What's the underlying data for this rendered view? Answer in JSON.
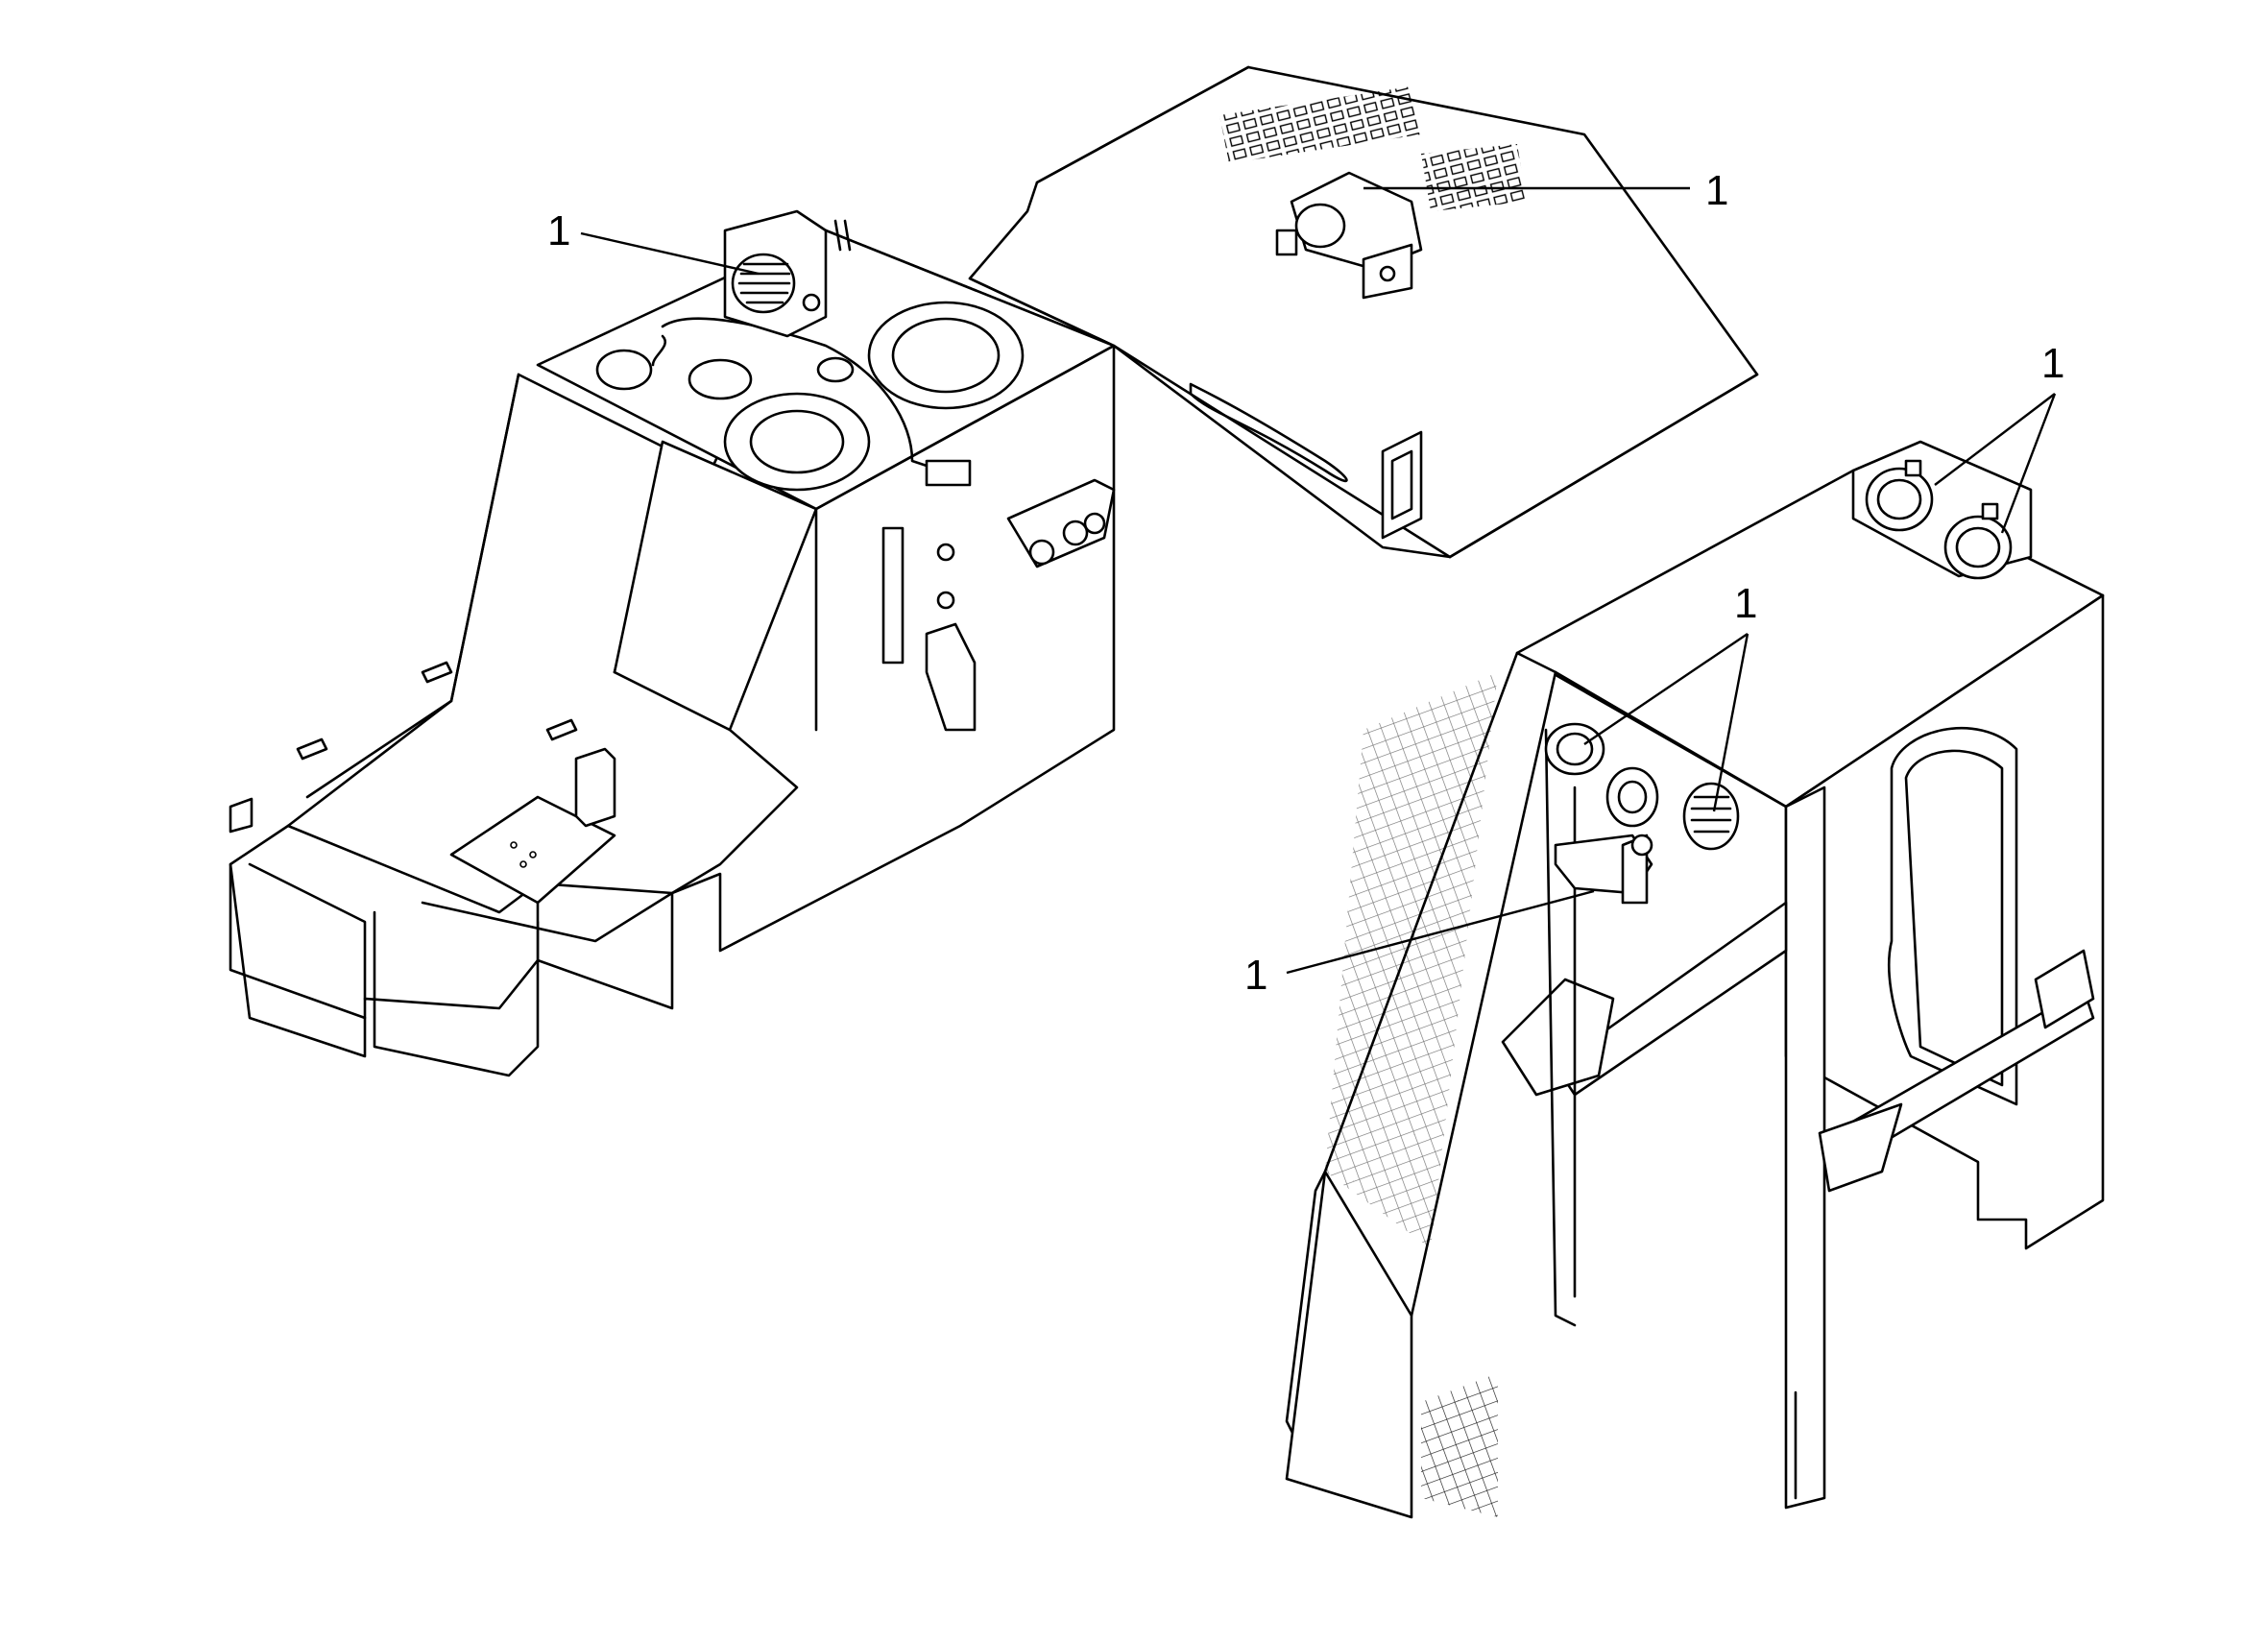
{
  "diagram": {
    "callouts": [
      {
        "id": "backup-alarm",
        "label": "1"
      },
      {
        "id": "roof-alarm",
        "label": "1"
      },
      {
        "id": "rear-work-lamps",
        "label": "1"
      },
      {
        "id": "cab-front-lamps",
        "label": "1"
      },
      {
        "id": "cab-bracket-lamp",
        "label": "1"
      }
    ]
  }
}
